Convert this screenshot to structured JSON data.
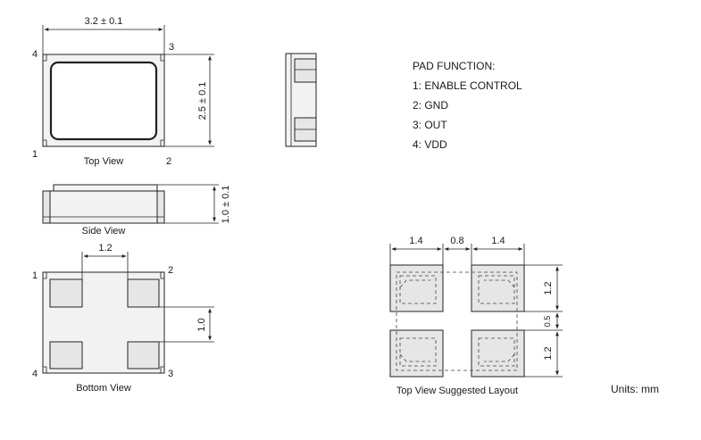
{
  "top_view": {
    "caption": "Top View",
    "width_dim": "3.2 ± 0.1",
    "height_dim": "2.5 ± 0.1",
    "pins": [
      "1",
      "2",
      "3",
      "4"
    ]
  },
  "side_view": {
    "caption": "Side View",
    "height_dim": "1.0 ± 0.1"
  },
  "bottom_view": {
    "caption": "Bottom View",
    "pad_spacing_dim": "1.2",
    "pad_height_dim": "1.0",
    "pins": [
      "1",
      "2",
      "3",
      "4"
    ]
  },
  "pad_function": {
    "title": "PAD FUNCTION:",
    "items": [
      "1: ENABLE CONTROL",
      "2: GND",
      "3: OUT",
      "4: VDD"
    ]
  },
  "layout": {
    "caption": "Top View Suggested Layout",
    "top_dims": [
      "1.4",
      "0.8",
      "1.4"
    ],
    "right_dims": [
      "1.2",
      "0.5",
      "1.2"
    ]
  },
  "units": "Units: mm"
}
